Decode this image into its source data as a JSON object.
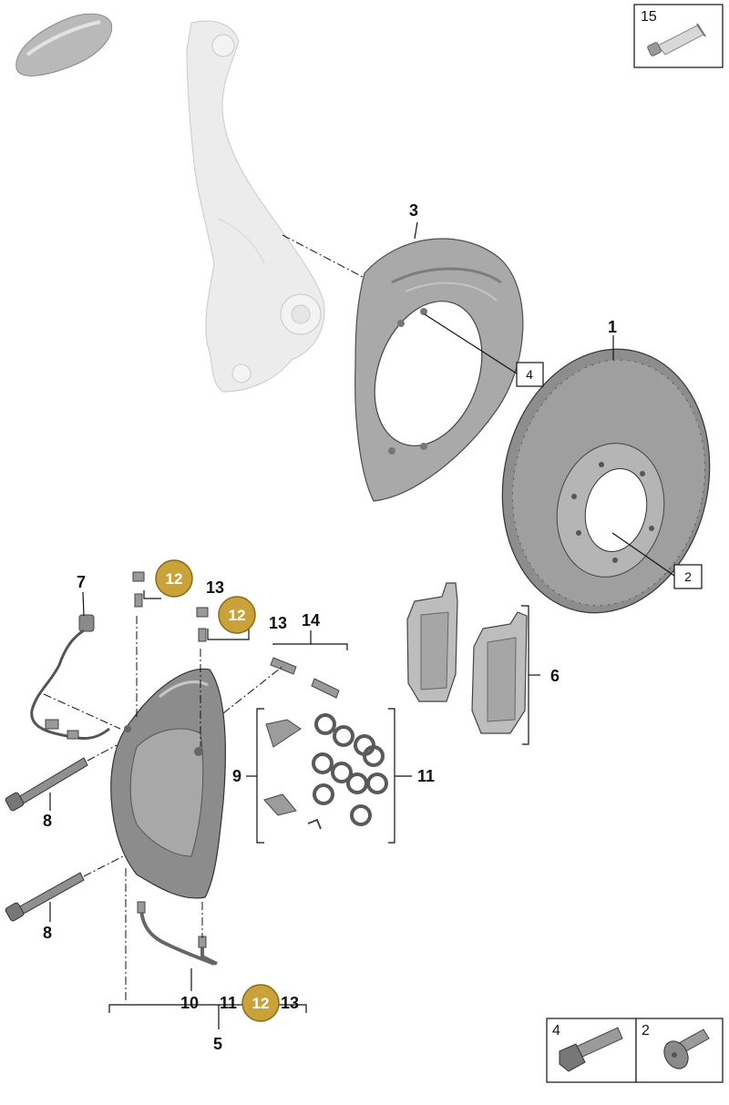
{
  "diagram": {
    "callouts": {
      "p1": "1",
      "p2": "2",
      "p3": "3",
      "p4": "4",
      "p5": "5",
      "p6": "6",
      "p7": "7",
      "p8a": "8",
      "p8b": "8",
      "p9": "9",
      "p10": "10",
      "p11a": "11",
      "p11b": "11",
      "p12a": "12",
      "p12b": "12",
      "p12c": "12",
      "p13a": "13",
      "p13b": "13",
      "p13c": "13",
      "p14": "14",
      "p15": "15"
    },
    "boxed_refs": {
      "ref4": "4",
      "ref2": "2"
    },
    "legend": {
      "bolt_label": "4",
      "screw_label": "2"
    },
    "colors": {
      "badge_fill": "#c9a23a",
      "badge_stroke": "#8a6a14"
    },
    "icons": {
      "vehicle": "vehicle-silhouette-icon",
      "tube": "lubricant-tube-icon",
      "bolt": "hex-bolt-icon",
      "screw": "countersunk-screw-icon"
    }
  }
}
